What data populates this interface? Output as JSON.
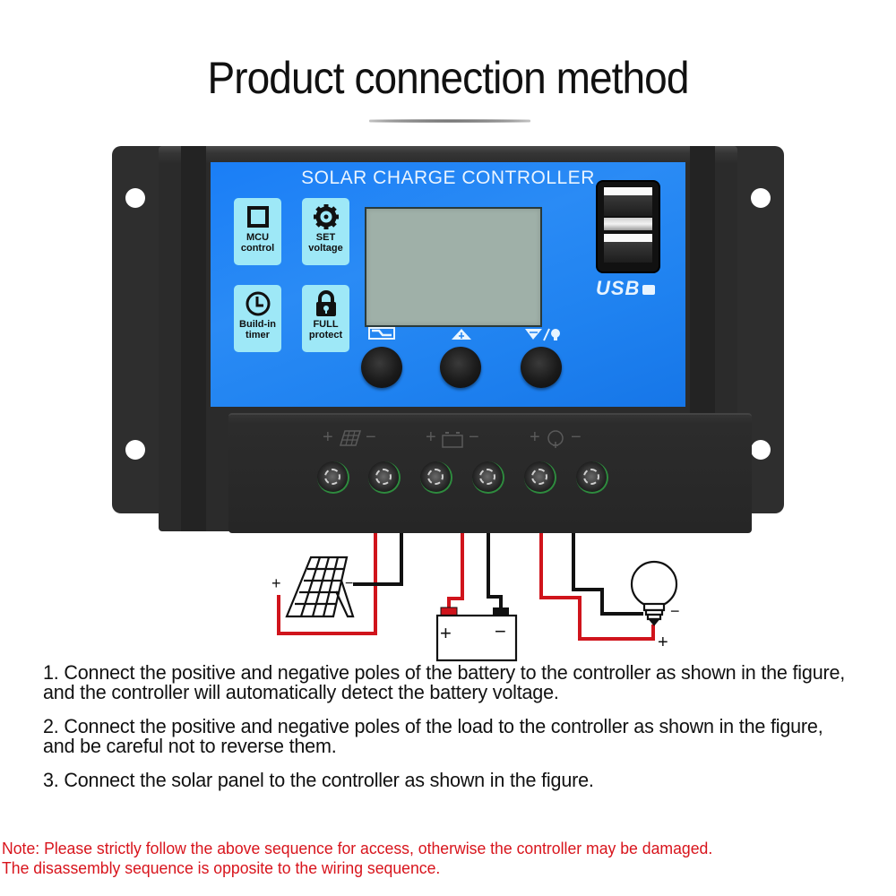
{
  "title": "Product connection method",
  "controller": {
    "panel_title": "SOLAR CHARGE CONTROLLER",
    "features": [
      {
        "icon": "chip-icon",
        "line1": "MCU",
        "line2": "control"
      },
      {
        "icon": "gear-icon",
        "line1": "SET",
        "line2": "voltage"
      },
      {
        "icon": "clock-icon",
        "line1": "Build-in",
        "line2": "timer"
      },
      {
        "icon": "lock-icon",
        "line1": "FULL",
        "line2": "protect"
      }
    ],
    "buttons": [
      {
        "icon": "menu-icon",
        "glyph": "▭"
      },
      {
        "icon": "up-arrow-icon",
        "glyph": "▲"
      },
      {
        "icon": "down-light-icon",
        "glyph": "▼/💡"
      }
    ],
    "usb_label": "USB",
    "terminal_groups": [
      {
        "name": "solar",
        "plus": "+",
        "minus": "−"
      },
      {
        "name": "battery",
        "plus": "+",
        "minus": "−"
      },
      {
        "name": "load",
        "plus": "+",
        "minus": "−"
      }
    ],
    "colors": {
      "panel_blue": "#1f82f0",
      "feature_tile": "#9ee8f7",
      "lcd": "#9fb0a8",
      "housing": "#2b2b2b"
    }
  },
  "diagram": {
    "solar_plus": "+",
    "solar_minus": "−",
    "battery_plus": "+",
    "battery_minus": "−",
    "load_plus": "+",
    "load_minus": "−",
    "wire_positive_color": "#d0141c",
    "wire_negative_color": "#111111"
  },
  "steps": [
    "1. Connect the positive and negative poles of the battery to the controller as shown in the figure, and the controller will automatically detect the battery voltage.",
    "2. Connect the positive and negative poles of the load to the controller as shown in the figure, and be careful not to reverse them.",
    "3. Connect the solar panel to the controller as shown in the figure."
  ],
  "note": {
    "line1": "Note: Please strictly follow the above sequence for access, otherwise the controller may be damaged.",
    "line2": "The disassembly sequence is opposite to the wiring sequence.",
    "color": "#d8141c"
  }
}
